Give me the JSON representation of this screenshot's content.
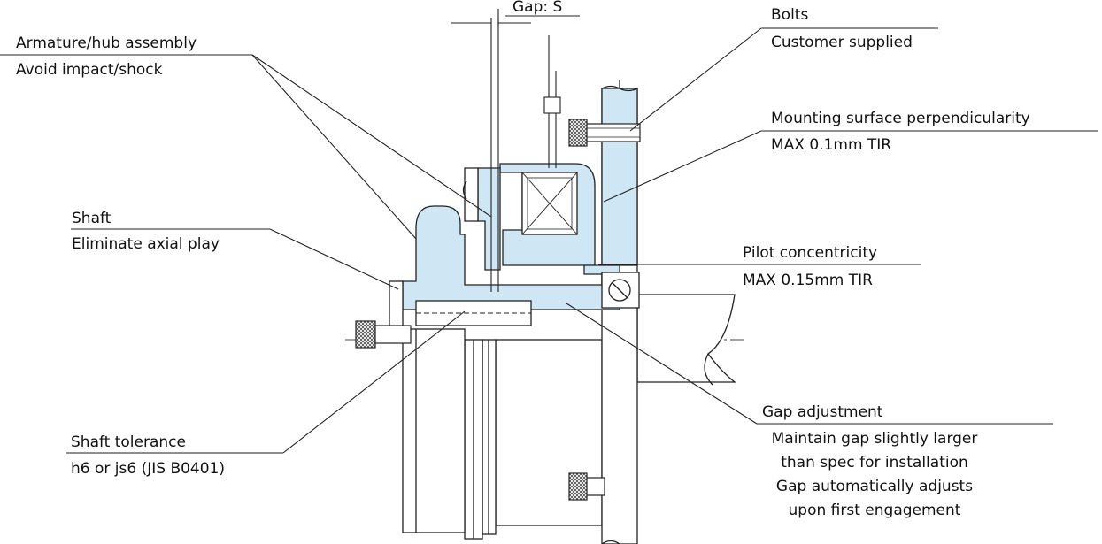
{
  "labels": {
    "gap": "Gap: S",
    "bolts_title": "Bolts",
    "bolts_note": "Customer supplied",
    "armature_title": "Armature/hub assembly",
    "armature_note": "Avoid impact/shock",
    "mounting_title": "Mounting surface perpendicularity",
    "mounting_note": "MAX 0.1mm TIR",
    "shaft_title": "Shaft",
    "shaft_note": "Eliminate axial play",
    "pilot_title": "Pilot concentricity",
    "pilot_note": "MAX 0.15mm TIR",
    "gapadj_title": "Gap adjustment",
    "gapadj_line1": "Maintain gap slightly larger",
    "gapadj_line2": "than spec for installation",
    "gapadj_line3": "Gap automatically adjusts",
    "gapadj_line4": "upon first engagement",
    "tol_title": "Shaft tolerance",
    "tol_note": "h6 or js6 (JIS B0401)"
  },
  "colors": {
    "part_fill": "#cfe6f5",
    "line": "#222222",
    "background": "#ffffff"
  }
}
